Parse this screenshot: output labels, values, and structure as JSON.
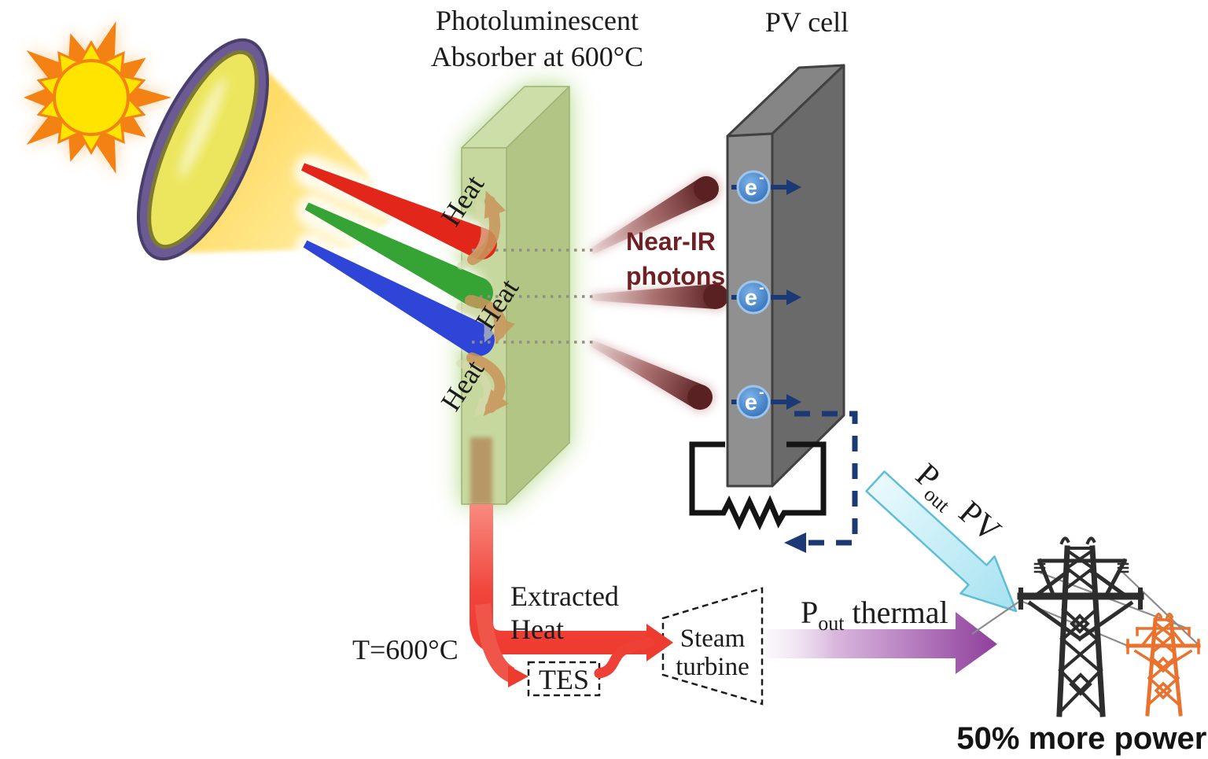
{
  "title": {
    "line1": "Photoluminescent",
    "line2": "Absorber at 600°C"
  },
  "pv_cell": {
    "label": "PV cell",
    "electron": "e",
    "electron_sup": "-"
  },
  "absorber": {
    "heat_label_1": "Heat",
    "heat_label_2": "Heat",
    "heat_label_3": "Heat"
  },
  "near_ir": {
    "line1": "Near-IR",
    "line2": "photons"
  },
  "heat_path": {
    "temperature": "T=600°C",
    "extracted_line1": "Extracted",
    "extracted_line2": "Heat",
    "tes": "TES",
    "turbine_line1": "Steam",
    "turbine_line2": "turbine"
  },
  "outputs": {
    "pv": {
      "p": "P",
      "sub": "out",
      "rest": "PV"
    },
    "thermal": {
      "p": "P",
      "sub": "out",
      "rest": "thermal"
    }
  },
  "tagline": "50% more power!",
  "colors": {
    "absorber_green": "#c6d89e",
    "absorber_side_green": "#b2c585",
    "absorber_top_green": "#ccdfa8",
    "absorber_glow": "#9ccf66",
    "pv_front_gray": "#909090",
    "pv_side_gray": "#6a6a6a",
    "pv_top_gray": "#858585",
    "near_ir_maroon": "#6e2125",
    "electron_blue": "#3a7cc4",
    "navy": "#1b3a75",
    "heat_arrow_tan": "#c9955a",
    "red_heat": "#ee4036",
    "cyan_arrow": "#b0e7f3",
    "purple_arrow": "#8f3f9c",
    "tower_black": "#2d2d2d",
    "tower_orange": "#e8722e",
    "sun_orange": "#f48114",
    "sun_yellow": "#ffe400",
    "lens_purple": "#6b5a94"
  }
}
